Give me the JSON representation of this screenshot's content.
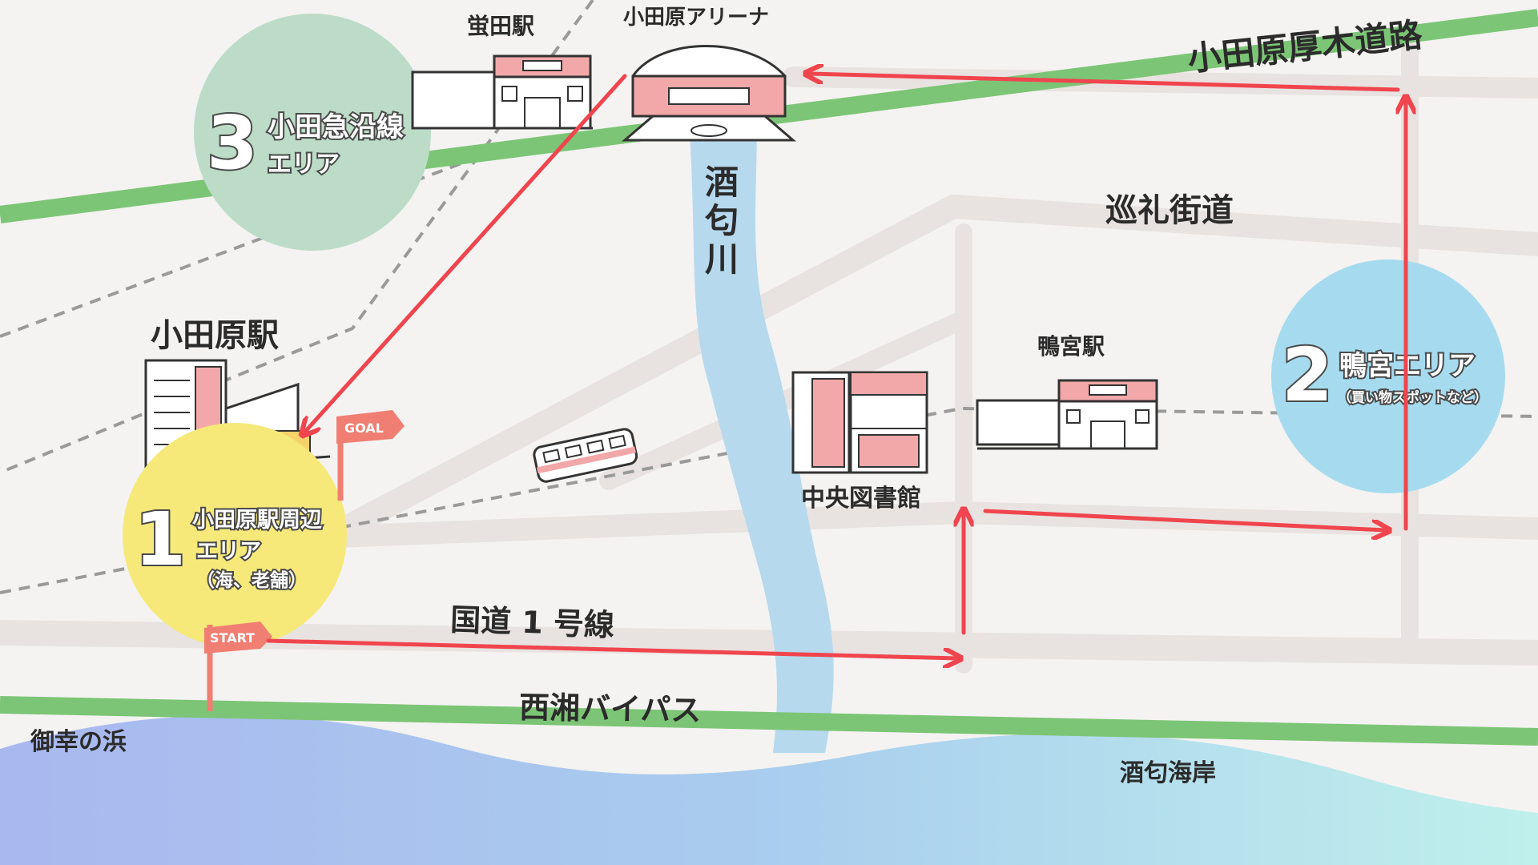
{
  "colors": {
    "background": "#f4f3f1",
    "road": "#e8e3e0",
    "green_road": "#7cc576",
    "river": "#b6d9ee",
    "route_arrow": "#f0454e",
    "area1": "#f6e97a",
    "area2": "#a6dbef",
    "area3": "#bcdcc7",
    "flag": "#f07e72",
    "building_pink": "#f2a8a8"
  },
  "labels": {
    "hotarudaStation": "蛍田駅",
    "odawaraArena": "小田原アリーナ",
    "odawaraAtsugiRoad": "小田原厚木道路",
    "sakawaRiver": [
      "酒",
      "匂",
      "川"
    ],
    "junreiKaido": "巡礼街道",
    "odawaraStation": "小田原駅",
    "kamonomiyaStation": "鴨宮駅",
    "centralLibrary": "中央図書館",
    "route1": "国道 1 号線",
    "seishoBypass": "西湘バイパス",
    "mikinohama": "御幸の浜",
    "sakawaCoast": "酒匂海岸"
  },
  "areas": [
    {
      "number": "3",
      "line1": "小田急沿線",
      "line2": "エリア"
    },
    {
      "number": "2",
      "line1": "鴨宮エリア",
      "line2": "（買い物スポットなど）"
    },
    {
      "number": "1",
      "line1": "小田原駅周辺",
      "line2": "エリア",
      "line3": "（海、老舗）"
    }
  ],
  "flags": {
    "goal": "GOAL",
    "start": "START"
  },
  "icons": {
    "hotarudaStation": "station-building-icon",
    "odawaraArena": "arena-icon",
    "odawaraStation": "station-tower-icon",
    "kamonomiyaStation": "station-building-icon",
    "centralLibrary": "library-icon",
    "train": "train-icon"
  }
}
